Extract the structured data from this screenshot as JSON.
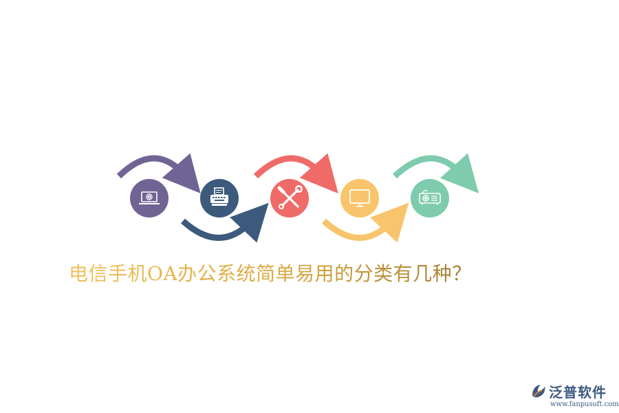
{
  "headline": "电信手机OA办公系统简单易用的分类有几种？",
  "steps": [
    {
      "icon": "laptop-globe-icon",
      "color": "#6f6493"
    },
    {
      "icon": "typewriter-icon",
      "color": "#3c5a7c"
    },
    {
      "icon": "wrench-screwdriver-icon",
      "color": "#ef6b68"
    },
    {
      "icon": "monitor-icon",
      "color": "#f8c46c"
    },
    {
      "icon": "projector-icon",
      "color": "#7fcbae"
    }
  ],
  "logo": {
    "name": "泛普软件",
    "url": "www.fanpusoft.com",
    "color": "#3d5a80",
    "accent": "#e8833a"
  }
}
